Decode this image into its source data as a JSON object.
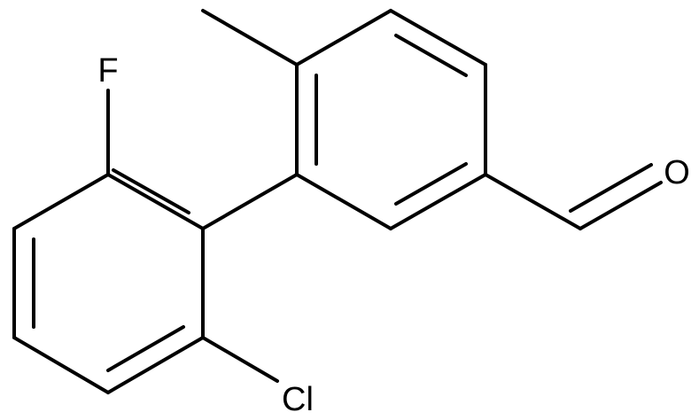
{
  "atoms": {
    "fluorine": "F",
    "chlorine": "Cl",
    "oxygen": "O"
  },
  "colors": {
    "bond": "#000000",
    "label": "#000000",
    "background": "#ffffff"
  }
}
